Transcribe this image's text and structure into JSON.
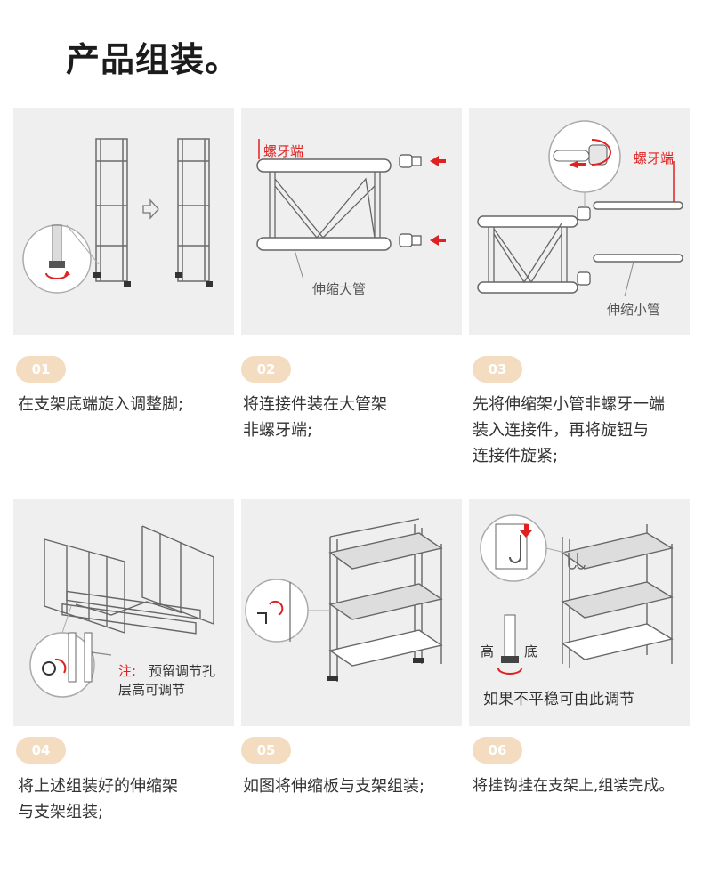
{
  "page": {
    "title": "产品组装。"
  },
  "steps": [
    {
      "num": "01",
      "desc_lines": [
        "在支架底端旋入调整脚;"
      ],
      "labels": []
    },
    {
      "num": "02",
      "desc_lines": [
        "将连接件装在大管架",
        "非螺牙端;"
      ],
      "labels": [
        "螺牙端",
        "伸缩大管"
      ]
    },
    {
      "num": "03",
      "desc_lines": [
        "先将伸缩架小管非螺牙一端",
        "装入连接件，再将旋钮与",
        "连接件旋紧;"
      ],
      "labels": [
        "螺牙端",
        "伸缩小管"
      ]
    },
    {
      "num": "04",
      "desc_lines": [
        "将上述组装好的伸缩架",
        "与支架组装;"
      ],
      "labels": [
        "注:",
        "预留调节孔",
        "层高可调节"
      ]
    },
    {
      "num": "05",
      "desc_lines": [
        "如图将伸缩板与支架组装;"
      ],
      "labels": []
    },
    {
      "num": "06",
      "desc_lines": [
        "将挂钩挂在支架上,组装完成。"
      ],
      "labels": [
        "高",
        "底",
        "如果不平稳可由此调节"
      ]
    }
  ],
  "colors": {
    "panel_bg": "#efefef",
    "badge_bg": "#f3dcc0",
    "accent_red": "#e02121",
    "line": "#555555"
  }
}
